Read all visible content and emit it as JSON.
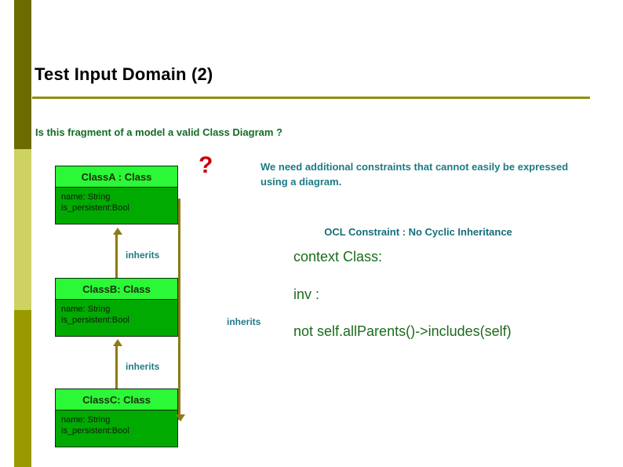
{
  "slide": {
    "title": "Test Input Domain (2)",
    "question": "Is this fragment of a  model a valid Class Diagram ?",
    "question_mark": "?",
    "explanation": "We need additional constraints that cannot easily be expressed using a diagram.",
    "colors": {
      "band_dark_olive": "#6b6b00",
      "band_light_olive": "#ced263",
      "band_mid_olive": "#9a9a00",
      "rule": "#8f8f10",
      "question_green": "#126b26",
      "teal": "#1b7b85",
      "red": "#cc0000",
      "class_header": "#2bf836",
      "class_body": "#00aa00",
      "arrow": "#8f7a12",
      "ocl_green": "#1b6b1b"
    }
  },
  "diagram": {
    "classes": [
      {
        "name": "ClassA : Class",
        "attributes": [
          "name: String",
          "is_persistent:Bool"
        ]
      },
      {
        "name": "ClassB: Class",
        "attributes": [
          "name: String",
          "is_persistent:Bool"
        ]
      },
      {
        "name": "ClassC: Class",
        "attributes": [
          "name: String",
          "is_persistent:Bool"
        ]
      }
    ],
    "relations": [
      {
        "label": "inherits"
      },
      {
        "label": "inherits"
      },
      {
        "label": "inherits"
      }
    ]
  },
  "ocl": {
    "title": "OCL Constraint : No Cyclic Inheritance",
    "lines": [
      "context Class:",
      "inv :",
      "not self.allParents()->includes(self)"
    ]
  }
}
